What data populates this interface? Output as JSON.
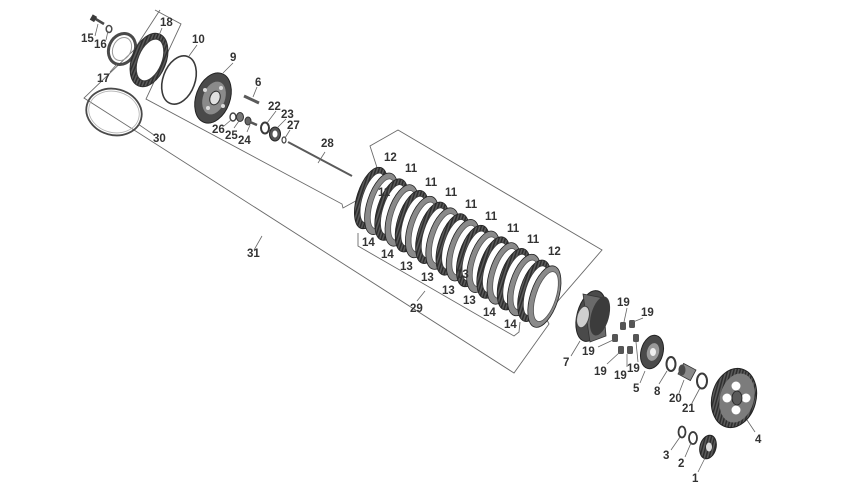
{
  "diagram": {
    "title": "",
    "callouts": [
      {
        "id": "c1",
        "text": "1"
      },
      {
        "id": "c2",
        "text": "2"
      },
      {
        "id": "c3",
        "text": "3"
      },
      {
        "id": "c4",
        "text": "4"
      },
      {
        "id": "c5",
        "text": "5"
      },
      {
        "id": "c6",
        "text": "6"
      },
      {
        "id": "c7",
        "text": "7"
      },
      {
        "id": "c8",
        "text": "8"
      },
      {
        "id": "c9",
        "text": "9"
      },
      {
        "id": "c10",
        "text": "10"
      },
      {
        "id": "c11a",
        "text": "11"
      },
      {
        "id": "c11b",
        "text": "11"
      },
      {
        "id": "c11c",
        "text": "11"
      },
      {
        "id": "c11d",
        "text": "11"
      },
      {
        "id": "c11e",
        "text": "11"
      },
      {
        "id": "c11f",
        "text": "11"
      },
      {
        "id": "c11g",
        "text": "11"
      },
      {
        "id": "c11h",
        "text": "11"
      },
      {
        "id": "c12a",
        "text": "12"
      },
      {
        "id": "c12b",
        "text": "12"
      },
      {
        "id": "c13a",
        "text": "13"
      },
      {
        "id": "c13b",
        "text": "13"
      },
      {
        "id": "c13c",
        "text": "13"
      },
      {
        "id": "c13d",
        "text": "13"
      },
      {
        "id": "c13e",
        "text": "13"
      },
      {
        "id": "c14a",
        "text": "14"
      },
      {
        "id": "c14b",
        "text": "14"
      },
      {
        "id": "c14c",
        "text": "14"
      },
      {
        "id": "c14d",
        "text": "14"
      },
      {
        "id": "c15",
        "text": "15"
      },
      {
        "id": "c16",
        "text": "16"
      },
      {
        "id": "c17",
        "text": "17"
      },
      {
        "id": "c18",
        "text": "18"
      },
      {
        "id": "c19a",
        "text": "19"
      },
      {
        "id": "c19b",
        "text": "19"
      },
      {
        "id": "c19c",
        "text": "19"
      },
      {
        "id": "c19d",
        "text": "19"
      },
      {
        "id": "c19e",
        "text": "19"
      },
      {
        "id": "c19f",
        "text": "19"
      },
      {
        "id": "c20",
        "text": "20"
      },
      {
        "id": "c21",
        "text": "21"
      },
      {
        "id": "c22",
        "text": "22"
      },
      {
        "id": "c23",
        "text": "23"
      },
      {
        "id": "c24",
        "text": "24"
      },
      {
        "id": "c25",
        "text": "25"
      },
      {
        "id": "c26",
        "text": "26"
      },
      {
        "id": "c27",
        "text": "27"
      },
      {
        "id": "c28",
        "text": "28"
      },
      {
        "id": "c29",
        "text": "29"
      },
      {
        "id": "c30",
        "text": "30"
      },
      {
        "id": "c31",
        "text": "31"
      }
    ]
  },
  "colors": {
    "part_dark": "#3a3a3a",
    "part_mid": "#6e6e6e",
    "part_light": "#b5b5b5",
    "label": "#333333",
    "frame": "#6a6a6a"
  }
}
